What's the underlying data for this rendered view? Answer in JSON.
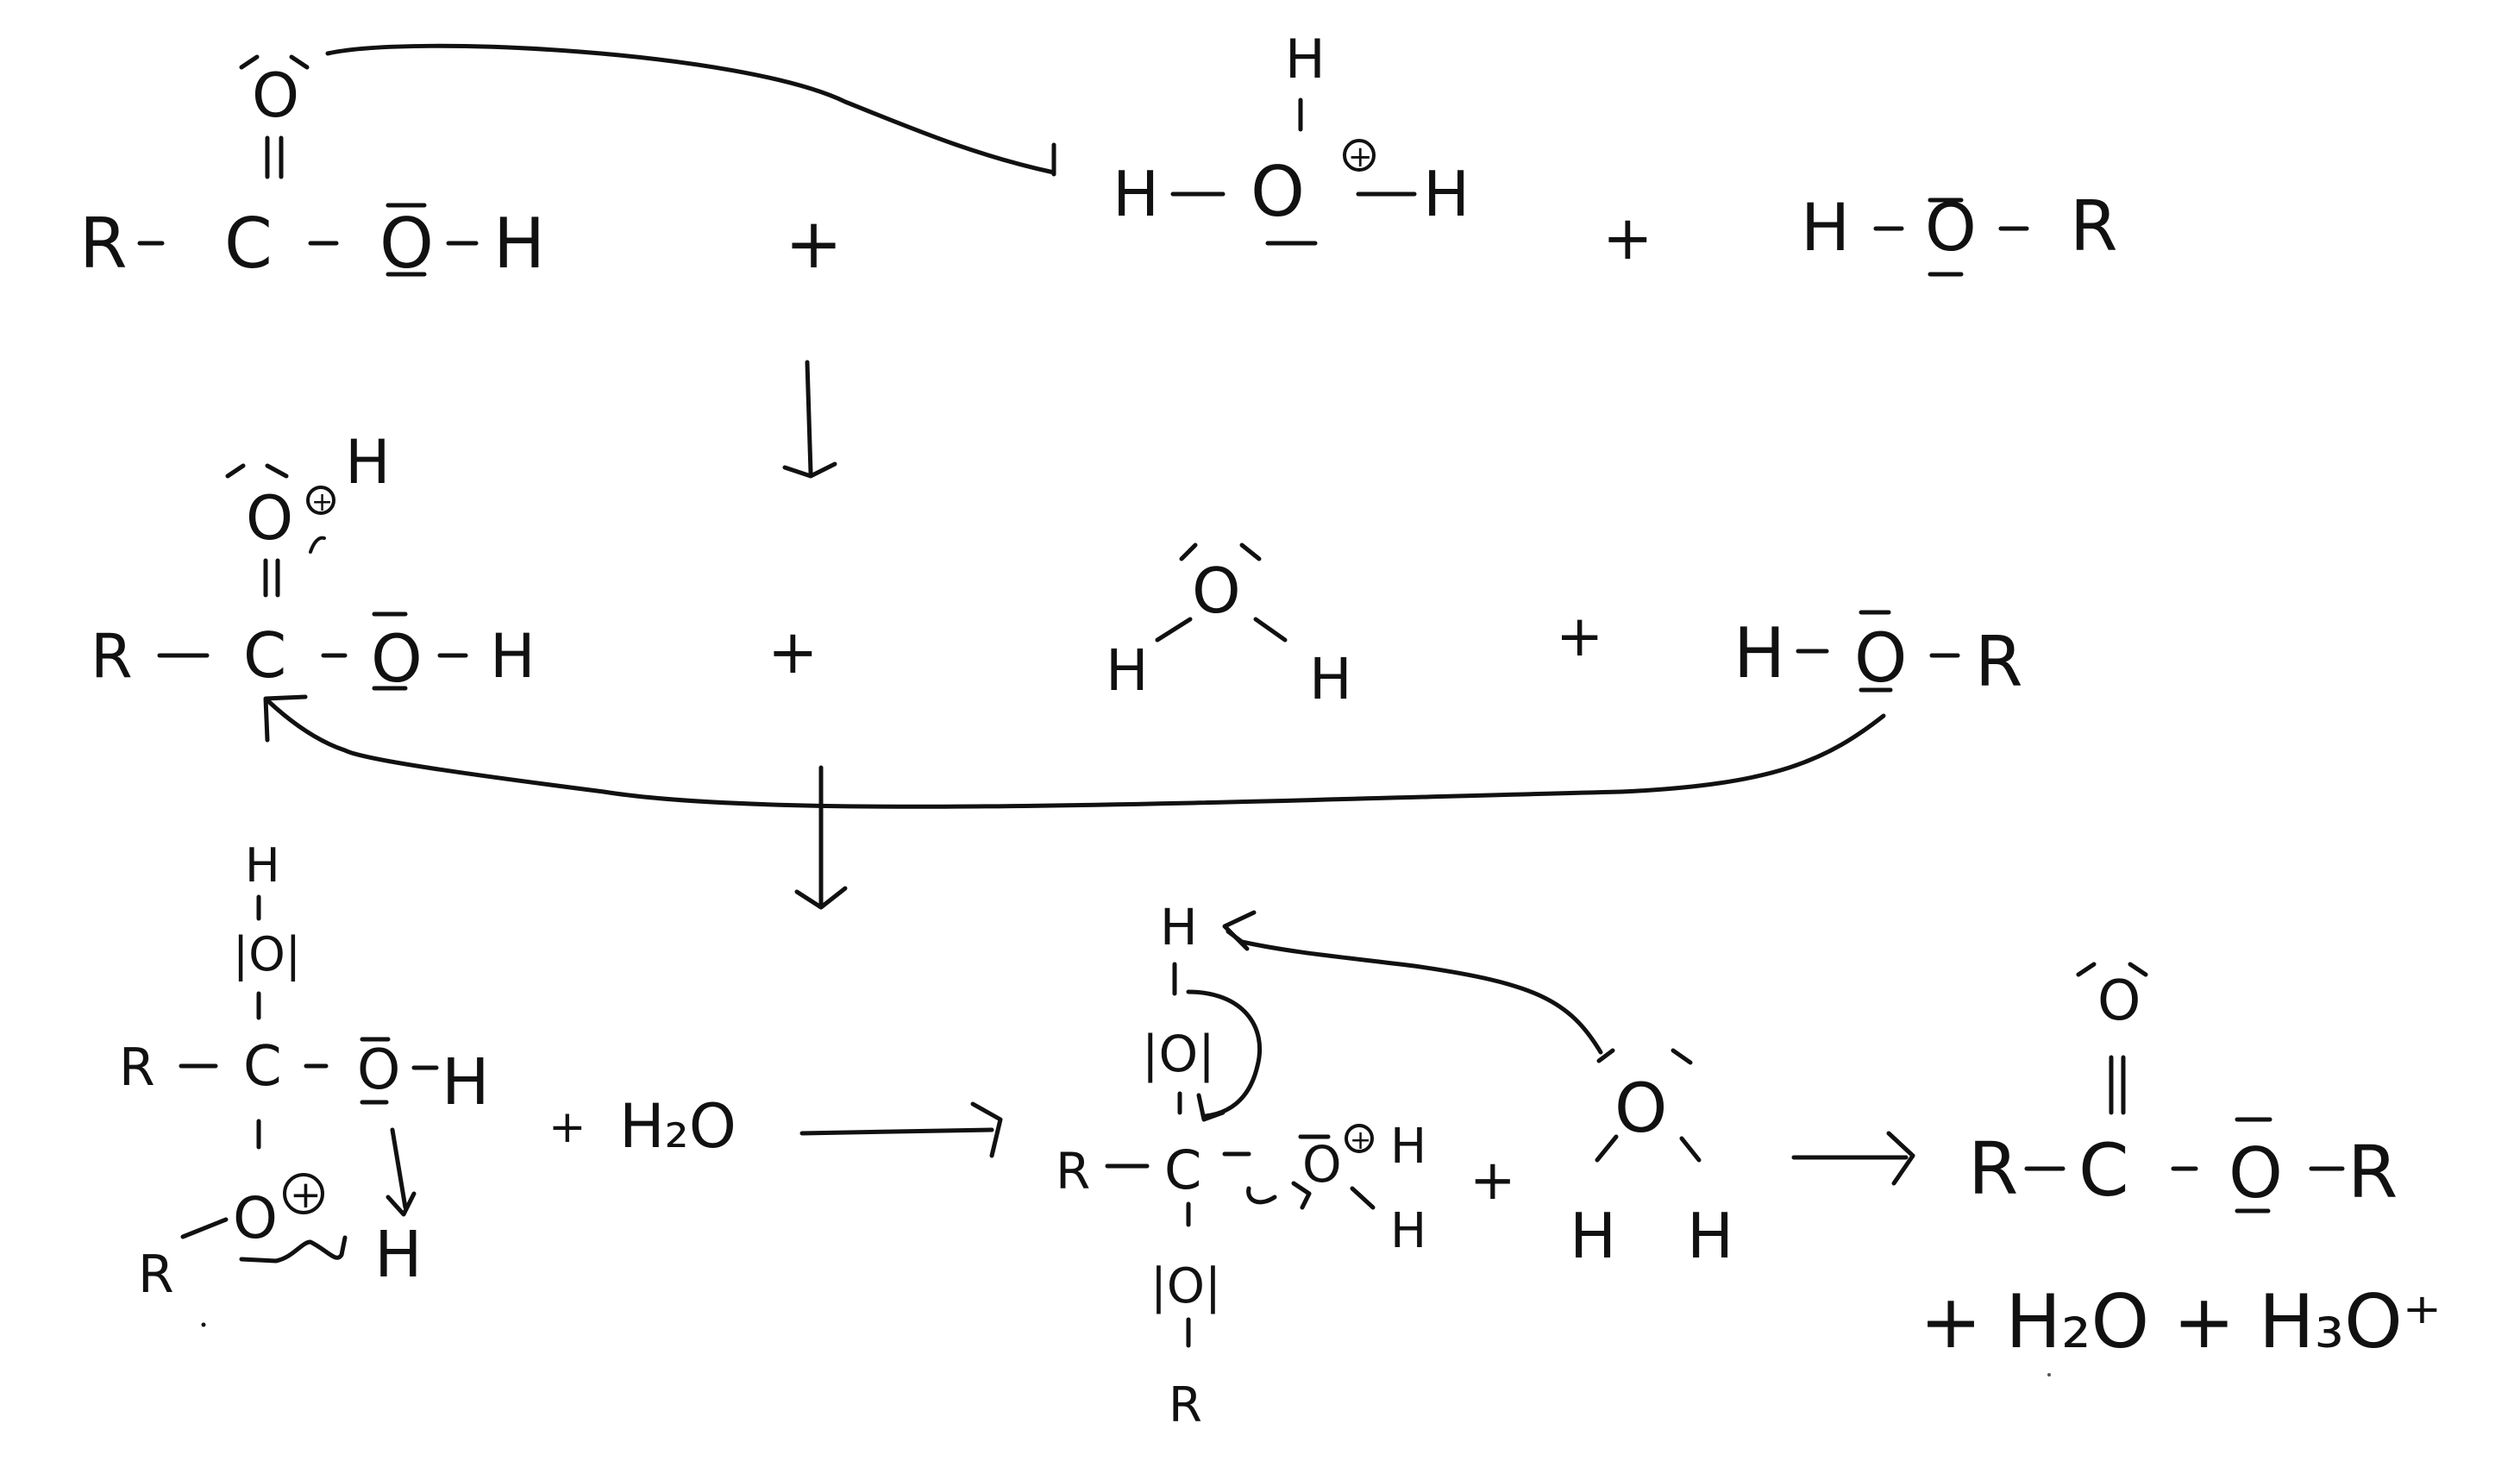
{
  "colors": {
    "ink": "#111111",
    "paper": "#ffffff"
  },
  "step1": {
    "acid": {
      "r": "R",
      "c": "C",
      "o_carbonyl": "O",
      "o_hydroxyl": "O",
      "h": "H"
    },
    "plus1": "+",
    "hydronium": {
      "h_top": "H",
      "h_left": "H",
      "o": "O",
      "h_right": "H",
      "charge": "+"
    },
    "plus2": "+",
    "alcohol": {
      "h": "H",
      "o": "O",
      "r": "R"
    }
  },
  "step2": {
    "cation": {
      "r": "R",
      "c": "C",
      "o_top": "O",
      "charge": "+",
      "h_top": "H",
      "o_hydroxyl": "O",
      "h": "H"
    },
    "plus1": "+",
    "water": {
      "o": "O",
      "h_left": "H",
      "h_right": "H"
    },
    "plus2": "+",
    "alcohol": {
      "h": "H",
      "o": "O",
      "r": "R"
    }
  },
  "step3": {
    "tetrahedral": {
      "h_top": "H",
      "o_top": "|O|",
      "r": "R",
      "c": "C",
      "o_right": "O",
      "h_right": "H",
      "o_bottom": "O",
      "charge": "+",
      "r_bottom": "R",
      "h_bottom": "H"
    },
    "plus": "+",
    "water": "H₂O"
  },
  "step4": {
    "intermediate": {
      "h_top": "H",
      "o_top": "|O|",
      "r": "R",
      "c": "C",
      "o_right": "O",
      "charge": "+",
      "h_right_top": "H",
      "h_right_bottom": "H",
      "o_bottom": "|O|",
      "r_bottom": "R"
    },
    "plus": "+",
    "water": {
      "o": "O",
      "h_left": "H",
      "h_right": "H"
    }
  },
  "product": {
    "ester": {
      "r": "R",
      "c": "C",
      "o_top": "O",
      "o": "O",
      "r_right": "R"
    },
    "byproducts": "+ H₂O + H₃O⁺"
  }
}
